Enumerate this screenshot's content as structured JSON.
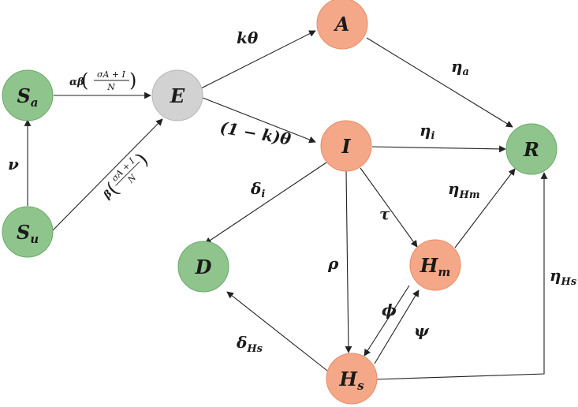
{
  "colors": {
    "green": "#8fc58d",
    "green_stroke": "#6aa868",
    "orange": "#f5a888",
    "orange_stroke": "#e88c69",
    "gray": "#d2d2d2",
    "gray_stroke": "#b5b5b5"
  },
  "nodes": {
    "Sa": {
      "main": "S",
      "sub": "a"
    },
    "Su": {
      "main": "S",
      "sub": "u"
    },
    "E": {
      "main": "E",
      "sub": ""
    },
    "A": {
      "main": "A",
      "sub": ""
    },
    "I": {
      "main": "I",
      "sub": ""
    },
    "R": {
      "main": "R",
      "sub": ""
    },
    "D": {
      "main": "D",
      "sub": ""
    },
    "Hm": {
      "main": "H",
      "sub": "m"
    },
    "Hs": {
      "main": "H",
      "sub": "s"
    }
  },
  "edges": {
    "Sa_E": {
      "prefix": "αβ",
      "num": "σA + I",
      "den": "N"
    },
    "Su_E": {
      "prefix": "β",
      "num": "σA + I",
      "den": "N"
    },
    "Su_Sa": {
      "label": "ν"
    },
    "E_A": {
      "label": "kθ"
    },
    "E_I": {
      "label": "(1 − k)θ"
    },
    "A_R": {
      "label": "η",
      "sub": "a"
    },
    "I_R": {
      "label": "η",
      "sub": "i"
    },
    "I_D": {
      "label": "δ",
      "sub": "i"
    },
    "I_Hm": {
      "label": "τ"
    },
    "I_Hs": {
      "label": "ρ"
    },
    "Hm_R": {
      "label": "η",
      "sub": "Hm"
    },
    "Hs_R": {
      "label": "η",
      "sub": "Hs"
    },
    "Hs_D": {
      "label": "δ",
      "sub": "Hs"
    },
    "Hs_Hm": {
      "label": "ψ"
    },
    "Hm_Hs": {
      "label": "ϕ"
    }
  }
}
